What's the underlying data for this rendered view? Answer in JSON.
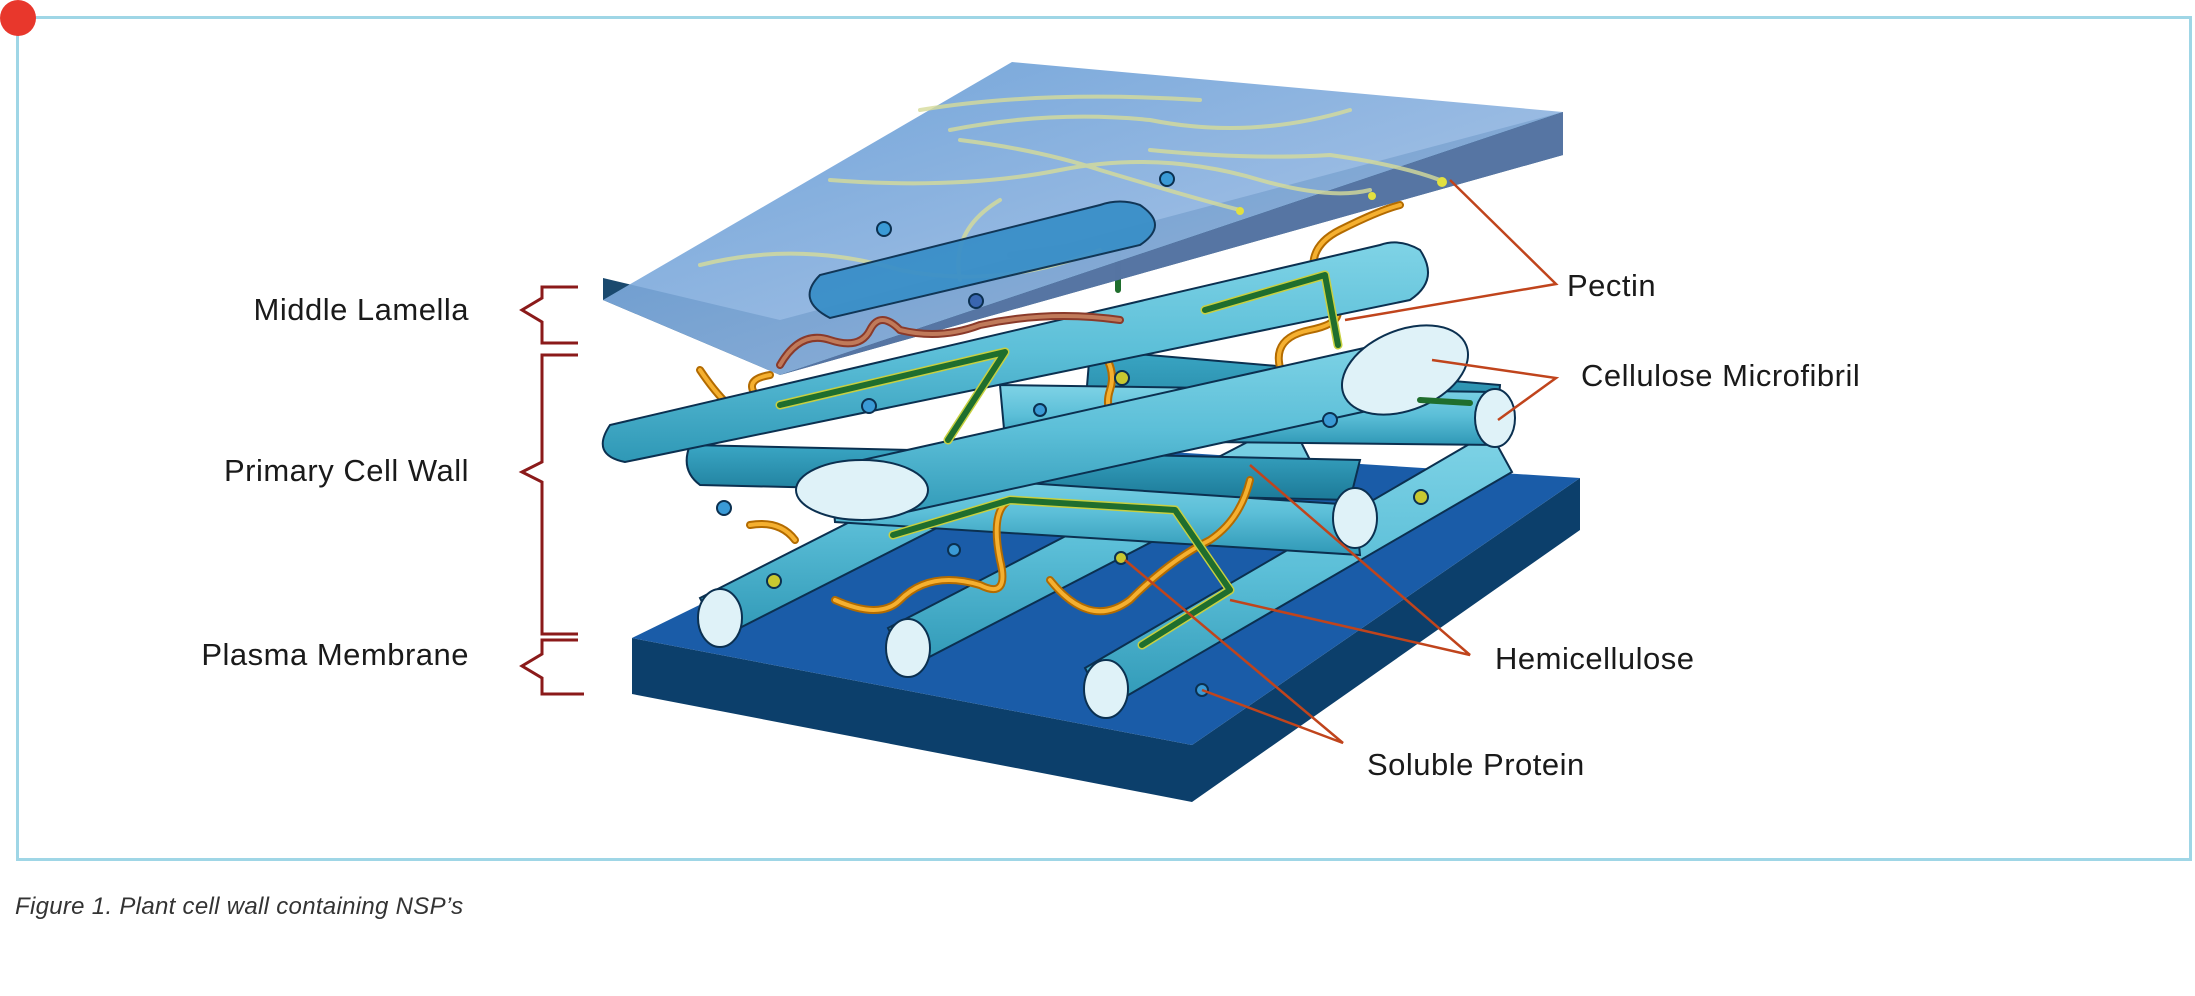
{
  "labels": {
    "middle_lamella": "Middle Lamella",
    "primary_cell_wall": "Primary Cell Wall",
    "plasma_membrane": "Plasma Membrane",
    "pectin": "Pectin",
    "cellulose_microfibril": "Cellulose Microfibril",
    "hemicellulose": "Hemicellulose",
    "soluble_protein": "Soluble Protein"
  },
  "caption": "Figure 1. Plant cell wall containing NSP’s",
  "colors": {
    "frame": "#9fd6e6",
    "corner_dot": "#e8372c",
    "bracket": "#8b1a1a",
    "leader": "#c0441c",
    "membrane_top": "#1a5ca8",
    "membrane_side": "#0c3f6b",
    "lamella_top": "#6f9fd2",
    "lamella_side": "#0e3f66",
    "cellulose": "#5cbfd8",
    "cellulose_end": "#dff2f8",
    "hemicellulose": "#1f6e2d",
    "pectin": "#f0a020",
    "protein": "#3a9ad6"
  }
}
